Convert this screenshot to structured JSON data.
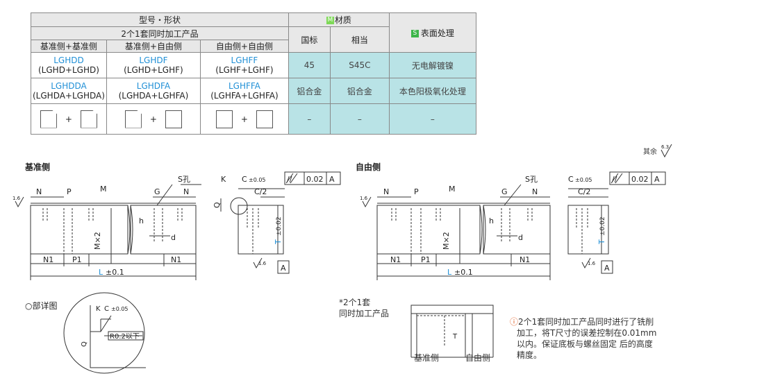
{
  "table": {
    "header_type": "型号・形状",
    "header_material": "材质",
    "header_surface": "表面处理",
    "header_product": "2个1套同时加工产品",
    "col_guobiao": "国标",
    "col_xiangdang": "相当",
    "sub_cols": [
      "基准侧+基准侧",
      "基准侧+自由侧",
      "自由侧+自由侧"
    ],
    "row1": {
      "c1_code": "LGHDD",
      "c1_sub": "(LGHD+LGHD)",
      "c2_code": "LGHDF",
      "c2_sub": "(LGHD+LGHF)",
      "c3_code": "LGHFF",
      "c3_sub": "(LGHF+LGHF)",
      "guobiao": "45",
      "xiangdang": "S45C",
      "surface": "无电解镀镍"
    },
    "row2": {
      "c1_code": "LGHDDA",
      "c1_sub": "(LGHDA+LGHDA)",
      "c2_code": "LGHDFA",
      "c2_sub": "(LGHDA+LGHFA)",
      "c3_code": "LGHFFA",
      "c3_sub": "(LGHFA+LGHFA)",
      "guobiao": "铝合金",
      "xiangdang": "铝合金",
      "surface": "本色阳极氧化处理"
    },
    "row3": {
      "plus": "+",
      "dash": "–"
    },
    "badge_m": "M",
    "badge_s": "S"
  },
  "labels": {
    "base_side": "基准侧",
    "free_side": "自由侧",
    "other": "其余",
    "detail": "○部详图",
    "pair_note_1": "*2个1套",
    "pair_note_2": "同时加工产品",
    "base_side_small": "基准侧",
    "free_side_small": "自由侧"
  },
  "dims": {
    "N": "N",
    "P": "P",
    "M": "M",
    "G": "G",
    "S": "S孔",
    "h": "h",
    "d": "d",
    "Mx2": "M×2",
    "N1": "N1",
    "P1": "P1",
    "L": "L",
    "tol01": "±0.1",
    "K": "K",
    "C": "C",
    "tol005": "±0.05",
    "C2": "C/2",
    "Q": "Q",
    "T": "T",
    "tol002": "±0.02",
    "par": "//",
    "val002": "0.02",
    "A": "A",
    "r16": "1.6",
    "r63": "6.3",
    "R02": "R0.2以下"
  },
  "note": {
    "line1": "2个1套同时加工产品同时进行了铣削",
    "line2": "加工，将T尺寸的误差控制在0.01mm",
    "line3": "以内。保证底板与螺丝固定 后的高度",
    "line4": "精度。"
  }
}
